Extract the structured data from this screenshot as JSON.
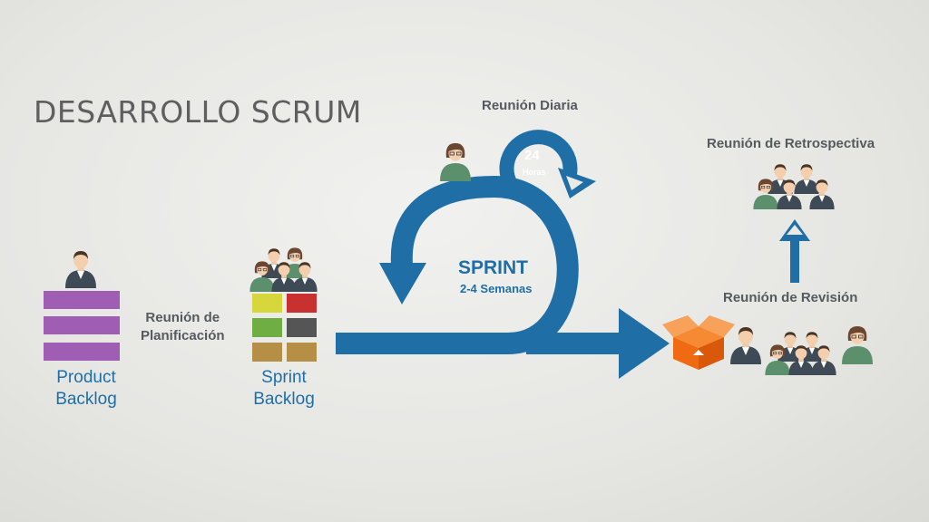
{
  "title": "DESARROLLO SCRUM",
  "labels": {
    "daily_meeting": "Reunión Diaria",
    "hours_value": "24",
    "hours_unit": "Horas",
    "sprint": "SPRINT",
    "sprint_duration": "2-4 Semanas",
    "retrospective": "Reunión de Retrospectiva",
    "review": "Reunión de Revisión",
    "planning_line1": "Reunión de",
    "planning_line2": "Planificación",
    "product_line1": "Product",
    "product_line2": "Backlog",
    "sprint_backlog_line1": "Sprint",
    "sprint_backlog_line2": "Backlog"
  },
  "icons": {
    "product_owner": "product-owner-person-icon",
    "team": "team-group-icon",
    "scrum_master": "scrum-master-person-icon",
    "increment": "open-box-icon",
    "stakeholders": "stakeholder-people-icons"
  },
  "colors": {
    "flow_blue": "#1f6fa6",
    "product_backlog": "#a05db4",
    "box_orange": "#ef6a12",
    "sprint_backlog_items": [
      "#d8d63d",
      "#c8312f",
      "#6fae43",
      "#555555",
      "#b58f45",
      "#b58f45"
    ]
  }
}
